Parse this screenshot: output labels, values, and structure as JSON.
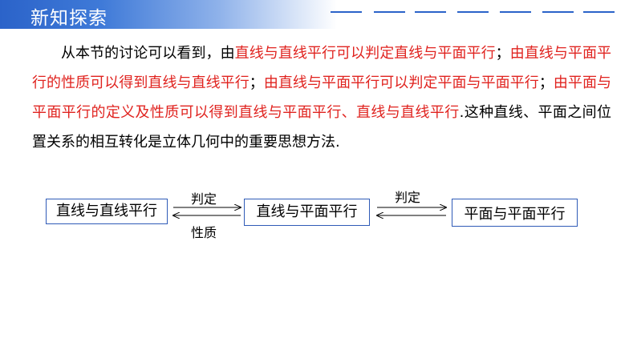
{
  "header": {
    "title": "新知探索"
  },
  "paragraph": [
    {
      "text": "从本节的讨论可以看到，由",
      "highlight": false
    },
    {
      "text": "直线与直线平行可以判定直线与平面平行",
      "highlight": true
    },
    {
      "text": "；",
      "highlight": false
    },
    {
      "text": "由直线与平面平行的性质可以得到直线与直线平行",
      "highlight": true
    },
    {
      "text": "；",
      "highlight": false
    },
    {
      "text": "由直线与平面平行可以判定平面与平面平行",
      "highlight": true
    },
    {
      "text": "；",
      "highlight": false
    },
    {
      "text": "由平面与平面平行的定义及性质可以得到直线与平面平行、直线与直线平行",
      "highlight": true
    },
    {
      "text": ".这种直线、平面之间位置关系的相互转化是立体几何中的重要思想方法.",
      "highlight": false
    }
  ],
  "colors": {
    "header_blue": "#2b63c9",
    "highlight_red": "#e0231f",
    "box_border": "#2f5bb7"
  },
  "diagram": {
    "box1": "直线与直线平行",
    "box2": "直线与平面平行",
    "box3": "平面与平面平行",
    "arrow1_top_label": "判定",
    "arrow1_bottom_label": "性质",
    "arrow2_top_label": "判定"
  }
}
